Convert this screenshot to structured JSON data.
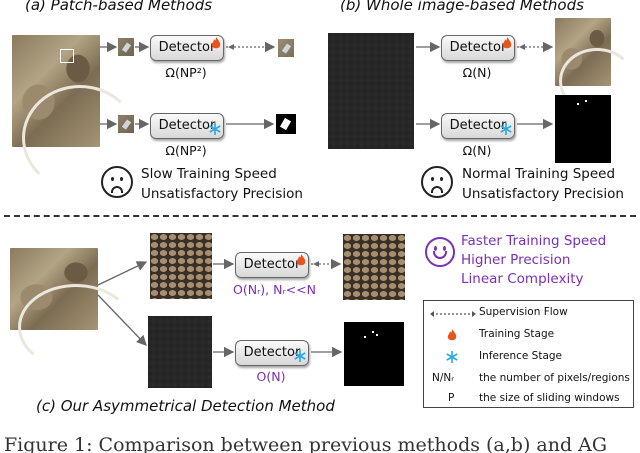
{
  "sections": {
    "a_title": "(a) Patch-based Methods",
    "b_title": "(b) Whole image-based Methods",
    "c_title": "(c) Our Asymmetrical Detection Method"
  },
  "detector_label": "Detector",
  "complexity": {
    "a_train": "Ω(NP²)",
    "a_infer": "Ω(NP²)",
    "b_train": "Ω(N)",
    "b_infer": "Ω(N)",
    "c_train": "O(Nᵣ), Nᵣ<<N",
    "c_infer": "O(N)"
  },
  "verdicts": {
    "a_line1": "Slow Training Speed",
    "a_line2": "Unsatisfactory Precision",
    "b_line1": "Normal Training Speed",
    "b_line2": "Unsatisfactory Precision",
    "c_line1": "Faster Training Speed",
    "c_line2": "Higher Precision",
    "c_line3": "Linear Complexity"
  },
  "legend": {
    "supervision": "Supervision Flow",
    "training": "Training Stage",
    "inference": "Inference Stage",
    "n_key": "N/Nᵣ",
    "n_desc": "the number of pixels/regions",
    "p_key": "P",
    "p_desc": "the size of sliding windows"
  },
  "caption": "Figure 1: Comparison between previous methods (a,b) and AG",
  "colors": {
    "purple": "#7a2fb5",
    "flame": "#e8541c",
    "snowflake": "#2aa8e0",
    "arrow": "#666666"
  },
  "icons": [
    "fire-icon",
    "snowflake-icon",
    "sad-face-icon",
    "smile-face-icon"
  ]
}
